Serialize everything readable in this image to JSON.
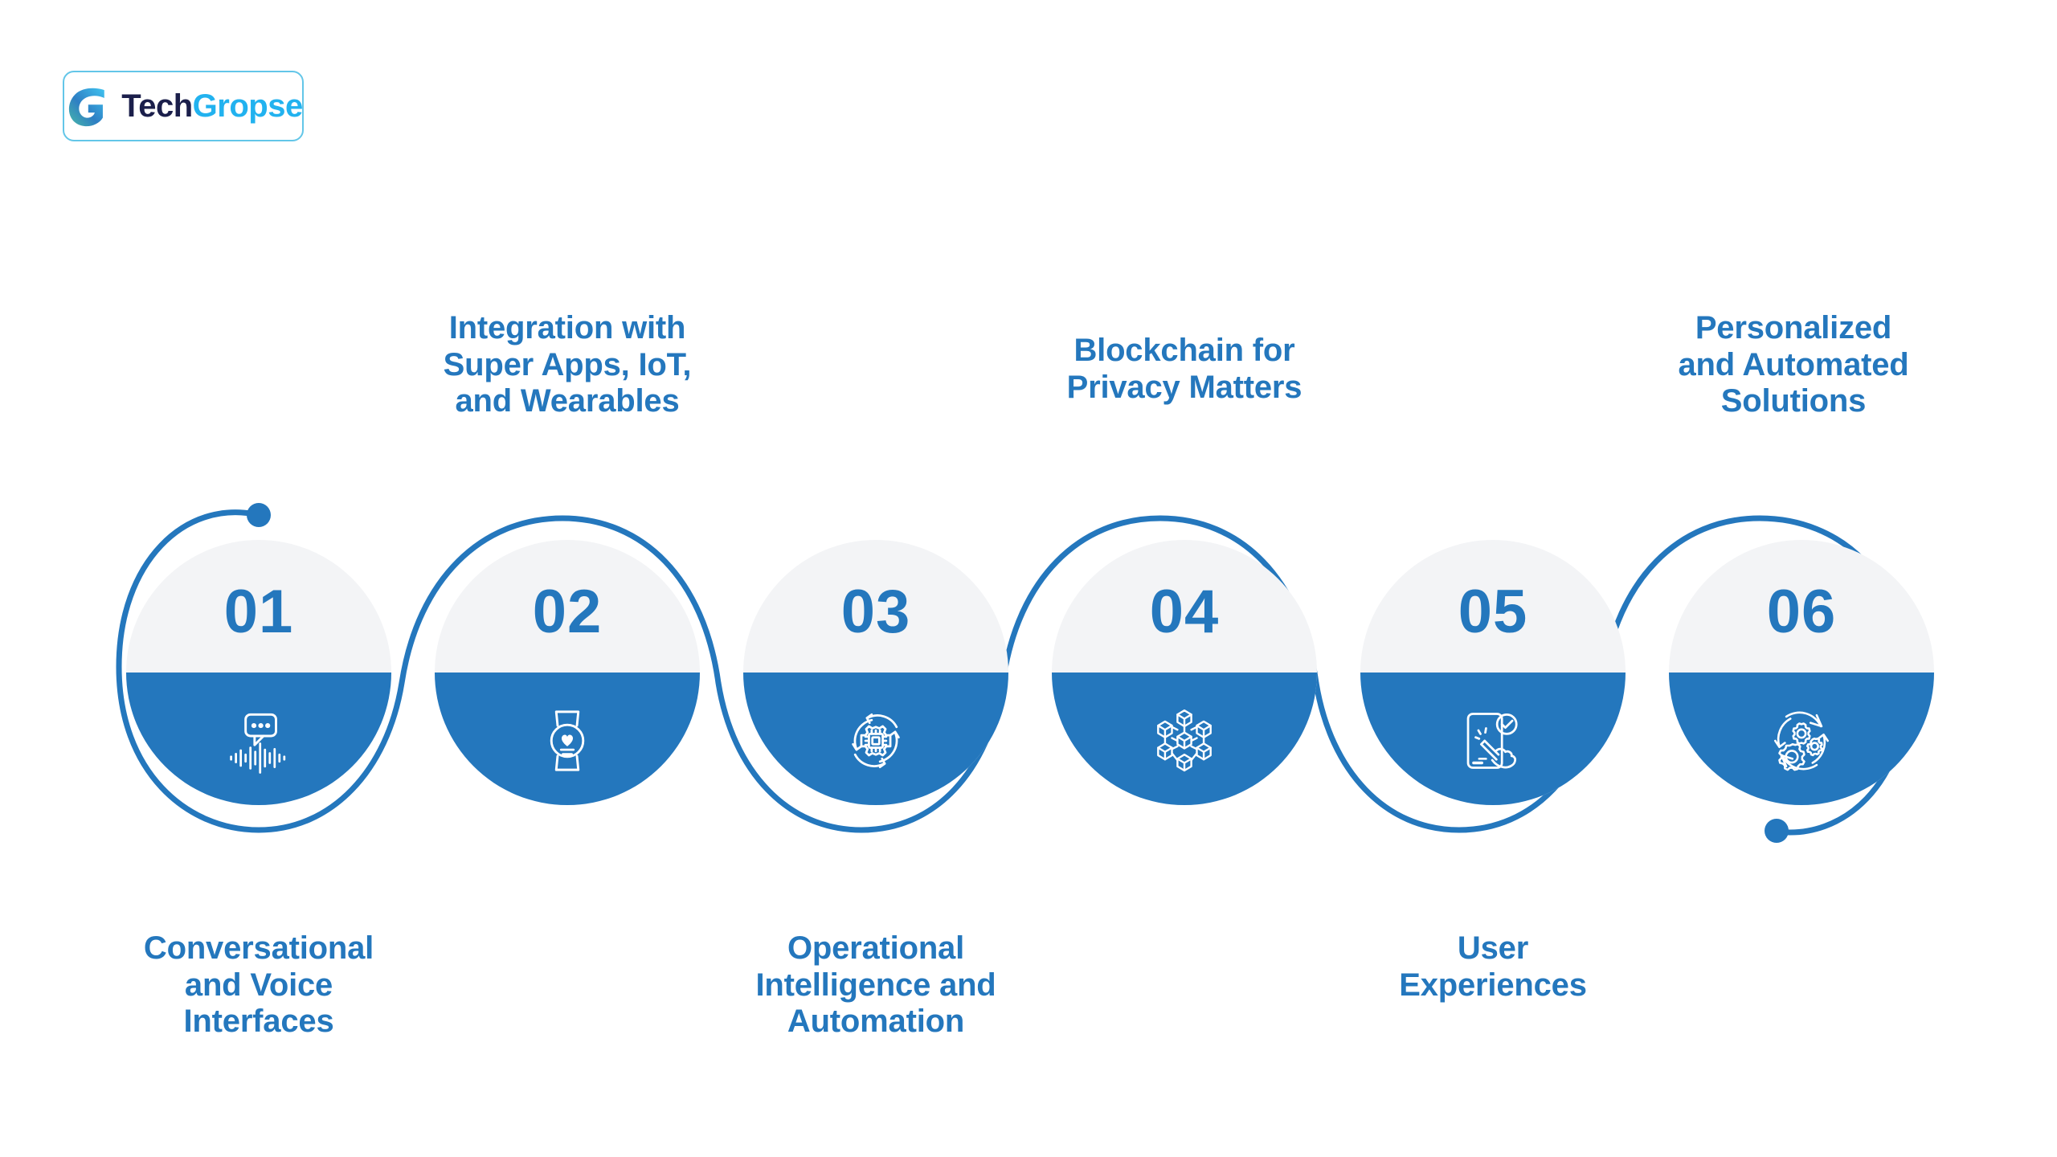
{
  "brand": {
    "logo_icon": "techgropse-g-logo",
    "name_part1": "Tech",
    "name_part2": "Gropse"
  },
  "colors": {
    "primary_blue": "#2477bd",
    "light_gray": "#f3f4f6",
    "logo_dark": "#1b1f4b",
    "logo_cyan": "#22b2ef",
    "logo_border": "#63c6e8",
    "background": "#ffffff"
  },
  "diagram": {
    "type": "serpentine-process-steps",
    "step_count": 6,
    "steps": [
      {
        "number": "01",
        "label": "Conversational\nand Voice\nInterfaces",
        "label_position": "bottom",
        "icon": "speech-bubble-waveform-icon"
      },
      {
        "number": "02",
        "label": "Integration with\nSuper Apps, IoT,\nand Wearables",
        "label_position": "top",
        "icon": "smartwatch-heart-icon"
      },
      {
        "number": "03",
        "label": "Operational\nIntelligence and\nAutomation",
        "label_position": "bottom",
        "icon": "gear-chip-refresh-icon"
      },
      {
        "number": "04",
        "label": "Blockchain for\nPrivacy Matters",
        "label_position": "top",
        "icon": "blockchain-cubes-icon"
      },
      {
        "number": "05",
        "label": "User\nExperiences",
        "label_position": "bottom",
        "icon": "mobile-tap-check-icon"
      },
      {
        "number": "06",
        "label": "Personalized\nand Automated\nSolutions",
        "label_position": "top",
        "icon": "three-gears-cycle-icon"
      }
    ]
  }
}
